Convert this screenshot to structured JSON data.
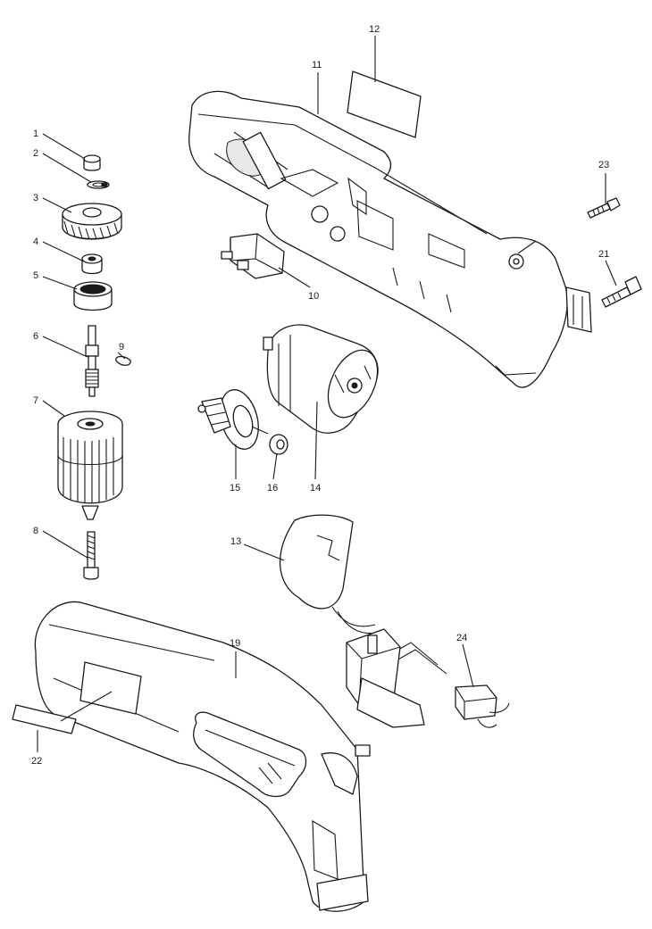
{
  "labels": {
    "p1": "1",
    "p2": "2",
    "p3": "3",
    "p4": "4",
    "p5": "5",
    "p6": "6",
    "p7": "7",
    "p8": "8",
    "p9": "9",
    "p10": "10",
    "p11": "11",
    "p12": "12",
    "p13": "13",
    "p14": "14",
    "p15": "15",
    "p16": "16",
    "p19": "19",
    "p21": "21",
    "p22": "22",
    "p23": "23",
    "p24": "24"
  }
}
